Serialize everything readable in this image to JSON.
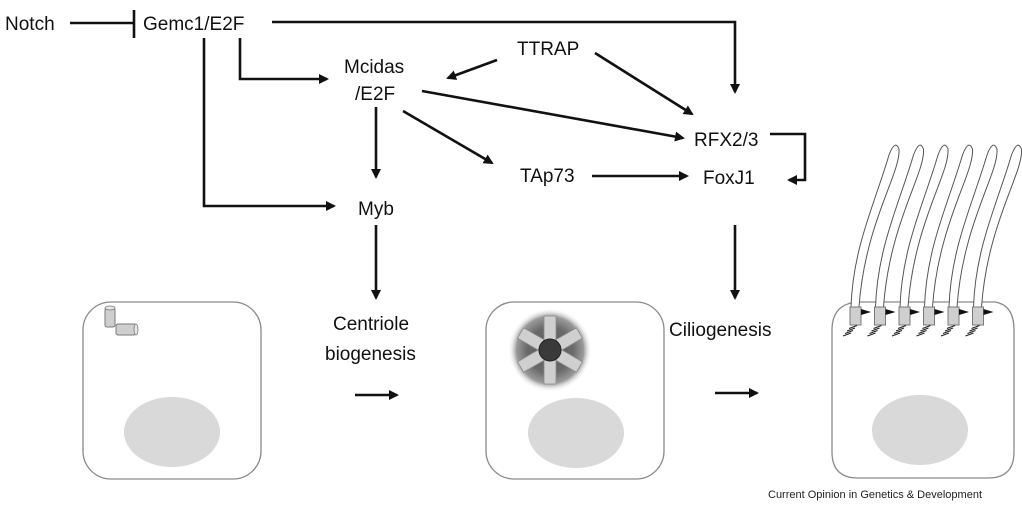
{
  "diagram": {
    "nodes": {
      "notch": "Notch",
      "gemc1": "Gemc1/E2F",
      "mcidas_line1": "Mcidas",
      "mcidas_line2": "/E2F",
      "ttrap": "TTRAP",
      "rfx": "RFX2/3",
      "foxj1": "FoxJ1",
      "tap73": "TAp73",
      "myb": "Myb"
    },
    "processes": {
      "centriole_line1": "Centriole",
      "centriole_line2": "biogenesis",
      "ciliogenesis": "Ciliogenesis"
    },
    "edges": [
      {
        "from": "Notch",
        "to": "Gemc1/E2F",
        "type": "inhibition"
      },
      {
        "from": "Gemc1/E2F",
        "to": "Mcidas/E2F",
        "type": "activation"
      },
      {
        "from": "Gemc1/E2F",
        "to": "Myb",
        "type": "activation"
      },
      {
        "from": "Gemc1/E2F",
        "to": "RFX2/3",
        "type": "activation"
      },
      {
        "from": "TTRAP",
        "to": "Mcidas/E2F",
        "type": "activation"
      },
      {
        "from": "TTRAP",
        "to": "RFX2/3",
        "type": "activation"
      },
      {
        "from": "Mcidas/E2F",
        "to": "RFX2/3",
        "type": "activation"
      },
      {
        "from": "Mcidas/E2F",
        "to": "TAp73",
        "type": "activation"
      },
      {
        "from": "Mcidas/E2F",
        "to": "Myb",
        "type": "activation"
      },
      {
        "from": "TAp73",
        "to": "FoxJ1",
        "type": "activation"
      },
      {
        "from": "RFX2/3",
        "to": "FoxJ1",
        "type": "activation"
      },
      {
        "from": "Myb",
        "to": "Centriole biogenesis",
        "type": "activation"
      },
      {
        "from": "FoxJ1",
        "to": "Ciliogenesis",
        "type": "activation"
      }
    ],
    "cells": [
      {
        "stage": "progenitor cell with parental centrioles",
        "centrioles": 2
      },
      {
        "stage": "cell with centriole amplification (deuterosome)",
        "procentrioles": 6
      },
      {
        "stage": "multiciliated cell",
        "cilia": 6
      }
    ],
    "credit": "Current Opinion in Genetics & Development"
  }
}
